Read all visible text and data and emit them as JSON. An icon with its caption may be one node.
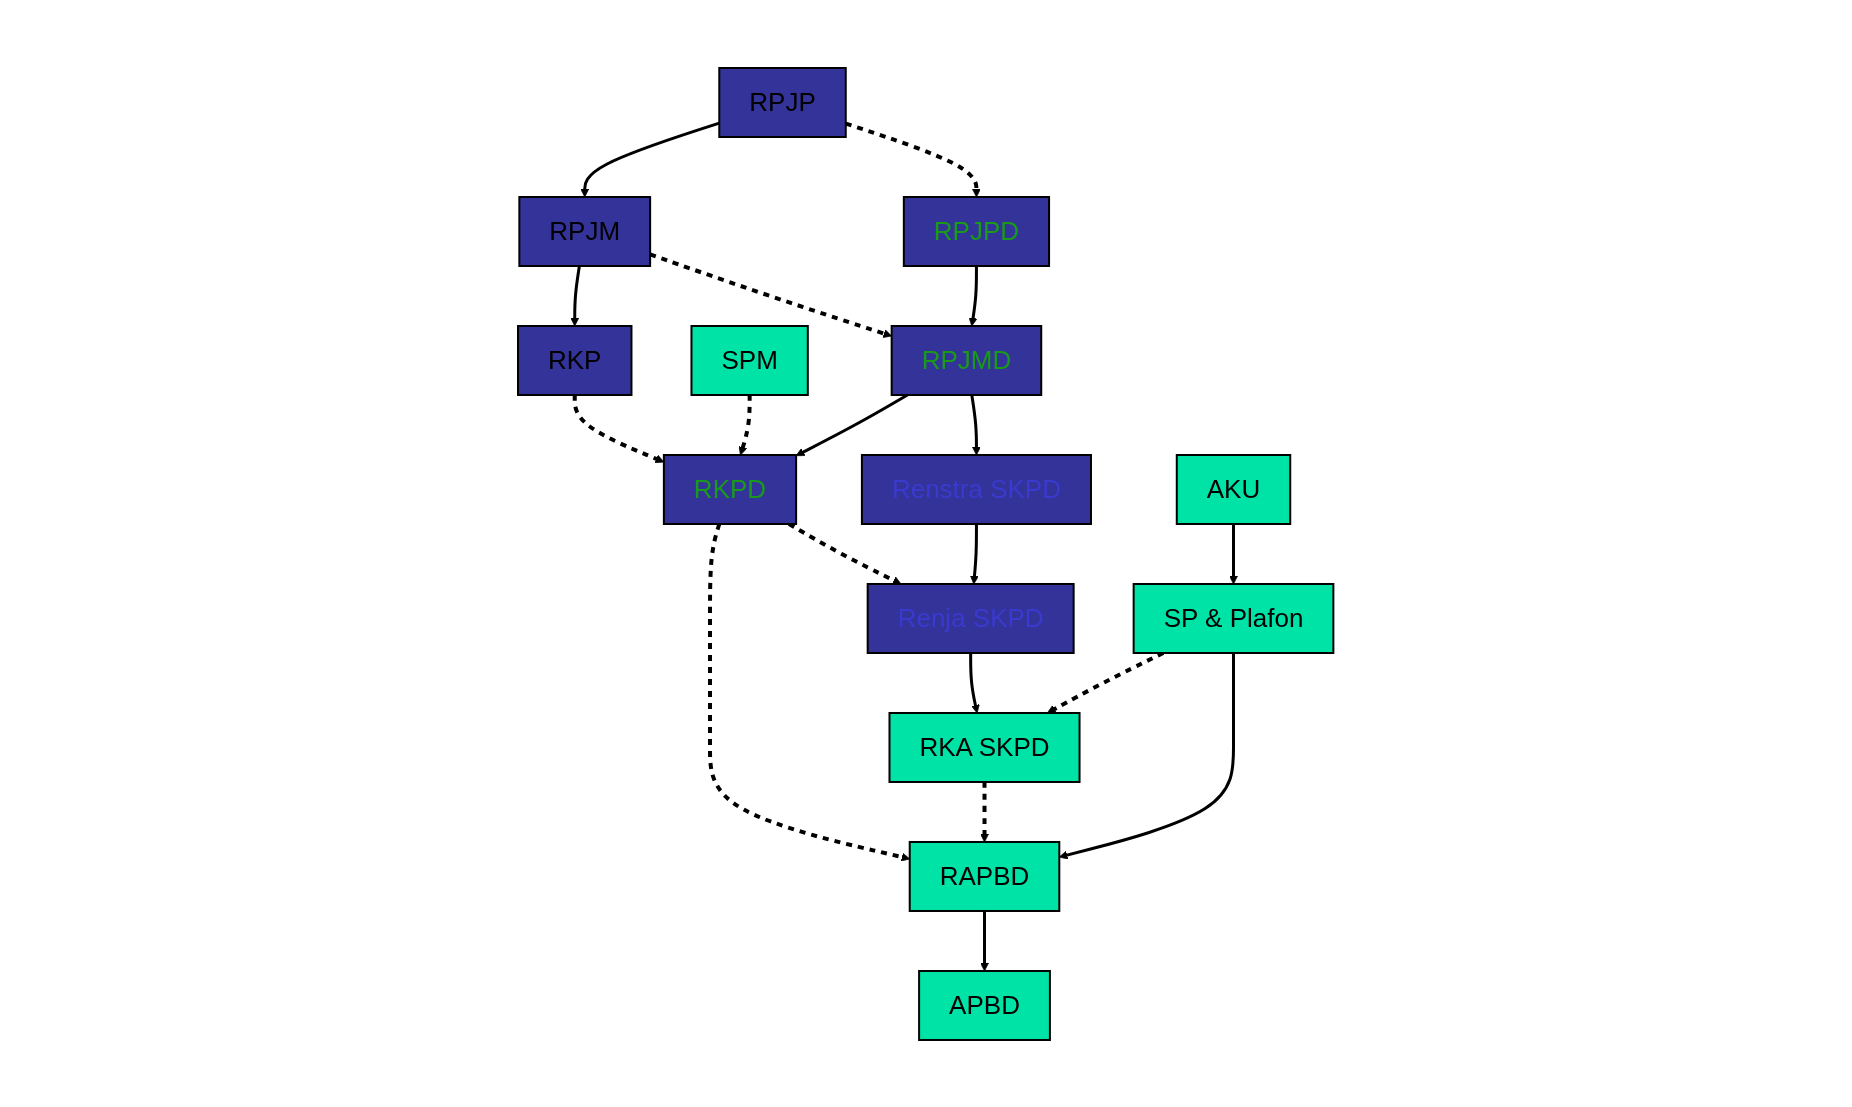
{
  "diagram": {
    "nodes": [
      {
        "text": [
          "RPJP"
        ]
      },
      {
        "text": [
          "RPJM"
        ]
      },
      {
        "text": [
          "RKP"
        ]
      },
      {
        "text": [
          "SPM"
        ]
      },
      {
        "text": [
          "RPJPD"
        ]
      },
      {
        "text": [
          "RPJMD"
        ]
      },
      {
        "text": [
          "RKPD"
        ]
      },
      {
        "text": [
          "RAPBD"
        ]
      },
      {
        "text": [
          "APBD"
        ]
      },
      {
        "text": [
          "Renstra SKPD"
        ]
      },
      {
        "text": [
          "Renja SKPD"
        ]
      },
      {
        "text": [
          "SP & Plafon"
        ]
      },
      {
        "text": [
          "RKA SKPD"
        ]
      },
      {
        "text": [
          "AKU"
        ]
      }
    ],
    "edges": [
      {
        "from": 0,
        "to": 1,
        "arrow": "to"
      },
      {
        "from": 1,
        "to": 2,
        "arrow": "to"
      },
      {
        "from": 0,
        "to": 4,
        "arrow": "to",
        "style": "dashed"
      },
      {
        "from": 1,
        "to": 5,
        "arrow": "to",
        "style": "dashed"
      },
      {
        "from": 2,
        "to": 6,
        "arrow": "to",
        "style": "dashed"
      },
      {
        "from": 3,
        "to": 6,
        "arrow": "to",
        "style": "dashed"
      },
      {
        "from": 4,
        "to": 5,
        "arrow": "to"
      },
      {
        "from": 5,
        "to": 6,
        "arrow": "to"
      },
      {
        "from": 6,
        "to": 7,
        "arrow": "to",
        "style": "dashed"
      },
      {
        "from": 7,
        "to": 8,
        "arrow": "to"
      },
      {
        "from": 5,
        "to": 9,
        "arrow": "to"
      },
      {
        "from": 6,
        "to": 10,
        "arrow": "to",
        "style": "dashed"
      },
      {
        "from": 9,
        "to": 10,
        "arrow": "to"
      },
      {
        "from": 10,
        "to": 12,
        "arrow": "to"
      },
      {
        "from": 12,
        "to": 7,
        "arrow": "to",
        "style": "dashed"
      },
      {
        "from": 11,
        "to": 7,
        "arrow": "to"
      },
      {
        "from": 11,
        "to": 12,
        "arrow": "to",
        "style": "dashed"
      },
      {
        "from": 13,
        "to": 11,
        "arrow": "to"
      }
    ]
  }
}
